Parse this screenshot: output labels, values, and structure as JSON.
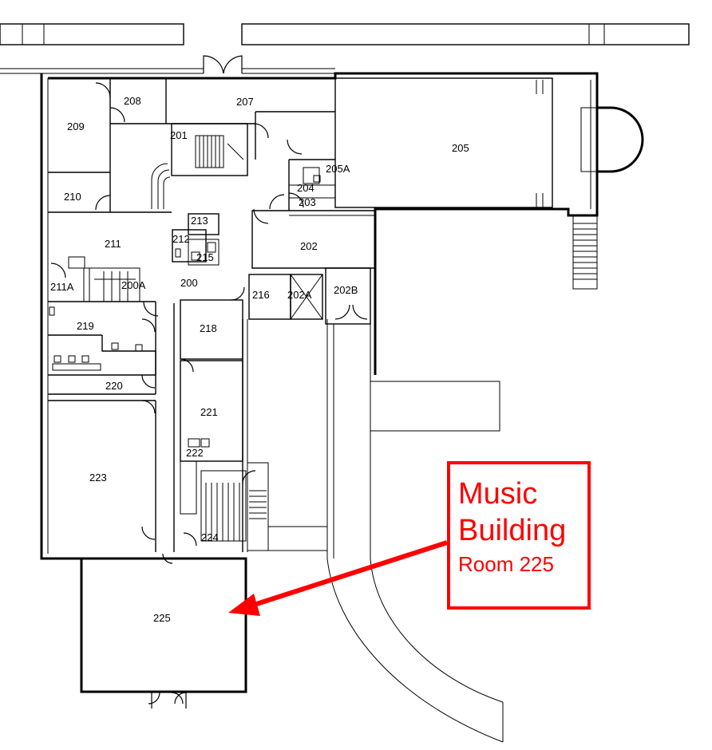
{
  "rooms": {
    "r200": "200",
    "r200A": "200A",
    "r201": "201",
    "r202": "202",
    "r202A": "202A",
    "r202B": "202B",
    "r203": "203",
    "r204": "204",
    "r205": "205",
    "r205A": "205A",
    "r207": "207",
    "r208": "208",
    "r209": "209",
    "r210": "210",
    "r211": "211",
    "r211A": "211A",
    "r212": "212",
    "r213": "213",
    "r215": "215",
    "r216": "216",
    "r218": "218",
    "r219": "219",
    "r220": "220",
    "r221": "221",
    "r222": "222",
    "r223": "223",
    "r224": "224",
    "r225": "225"
  },
  "callout": {
    "line1": "Music",
    "line2": "Building",
    "line3": "Room 225",
    "color": "#ff0000"
  }
}
